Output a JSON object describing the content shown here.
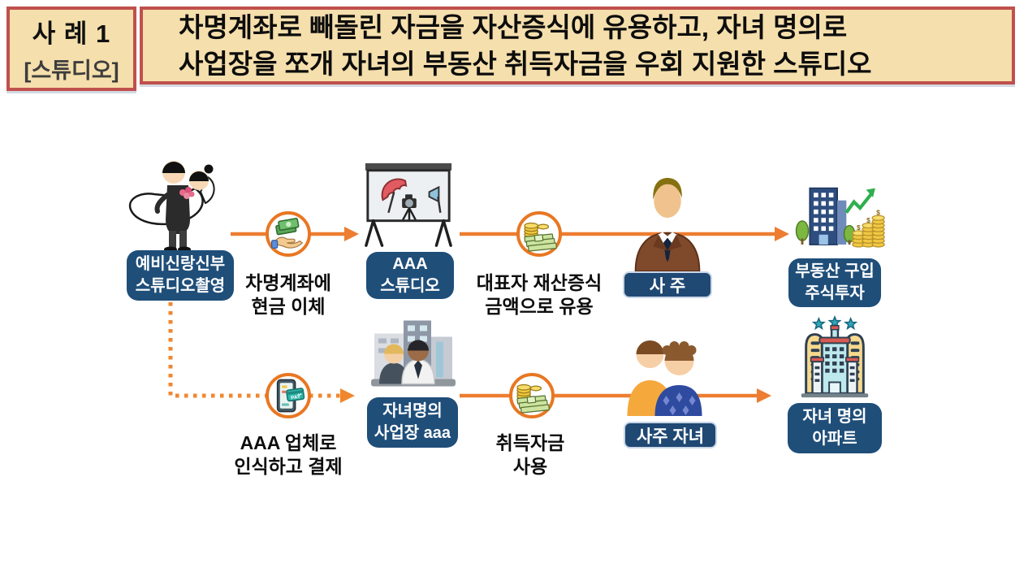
{
  "header": {
    "case_line1": "사 례 1",
    "case_line2": "[스튜디오]",
    "title_line1": "차명계좌로 빼돌린 자금을 자산증식에 유용하고, 자녀 명의로",
    "title_line2": "사업장을 쪼개 자녀의 부동산 취득자금을 우회 지원한 스튜디오"
  },
  "colors": {
    "header_bg": "#F5DFAC",
    "header_border": "#C0504D",
    "label_navy": "#1F4E79",
    "arrow_orange": "#ED7D31",
    "dotted_orange": "#F0872F",
    "badge_ring": "#E87722"
  },
  "flow_top": {
    "couple": {
      "icon": "wedding-couple-icon",
      "label_line1": "예비신랑신부",
      "label_line2": "스튜디오촬영"
    },
    "transfer": {
      "icon": "cash-hand-icon",
      "caption_line1": "차명계좌에",
      "caption_line2": "현금 이체"
    },
    "studio": {
      "icon": "photo-studio-icon",
      "label_line1": "AAA",
      "label_line2": "스튜디오"
    },
    "misuse": {
      "icon": "money-pile-icon",
      "caption_line1": "대표자 재산증식",
      "caption_line2": "금액으로 유용"
    },
    "owner": {
      "icon": "businessman-icon",
      "label": "사 주"
    },
    "invest": {
      "icon": "building-stocks-icon",
      "label_line1": "부동산 구입",
      "label_line2": "주식투자",
      "dollar_symbol": "$"
    }
  },
  "flow_bottom": {
    "payment": {
      "icon": "mobile-pay-icon",
      "caption_line1": "AAA 업체로",
      "caption_line2": "인식하고 결제",
      "pay_text": "PAY"
    },
    "business": {
      "icon": "split-business-icon",
      "label_line1": "자녀명의",
      "label_line2": "사업장 aaa"
    },
    "funds": {
      "icon": "money-pile-icon",
      "caption_line1": "취득자금",
      "caption_line2": "사용"
    },
    "children": {
      "icon": "owner-children-icon",
      "label": "사주 자녀"
    },
    "apartment": {
      "icon": "apartment-icon",
      "label_line1": "자녀 명의",
      "label_line2": "아파트"
    }
  }
}
